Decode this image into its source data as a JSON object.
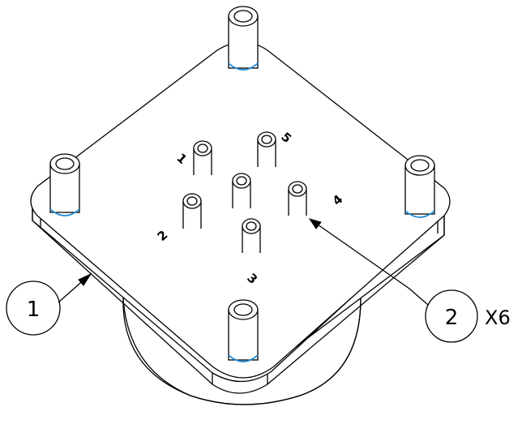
{
  "view": "isometric assembly drawing",
  "colors": {
    "line": "#000000",
    "hole_edge": "#1f8ad8",
    "background": "#ffffff"
  },
  "balloons": [
    {
      "number": "1",
      "quantity": ""
    },
    {
      "number": "2",
      "quantity": "X6"
    }
  ],
  "pin_labels": [
    "1",
    "2",
    "3",
    "4",
    "5"
  ]
}
